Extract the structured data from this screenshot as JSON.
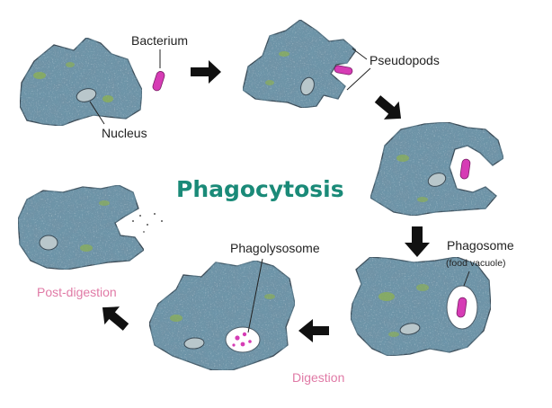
{
  "title": "Phagocytosis",
  "labels": {
    "bacterium": "Bacterium",
    "nucleus": "Nucleus",
    "pseudopods": "Pseudopods",
    "phagosome": "Phagosome",
    "food_vacuole": "(food vacuole)",
    "phagolysosome": "Phagolysosome",
    "digestion": "Digestion",
    "post_digestion": "Post-digestion"
  },
  "colors": {
    "title": "#1a8a78",
    "stage_label_pink": "#e07aa6",
    "bacterium": "#d63cb5",
    "cell_fill": "#6f93a6",
    "cell_spots": "#8fb24a",
    "arrow": "#111111"
  }
}
